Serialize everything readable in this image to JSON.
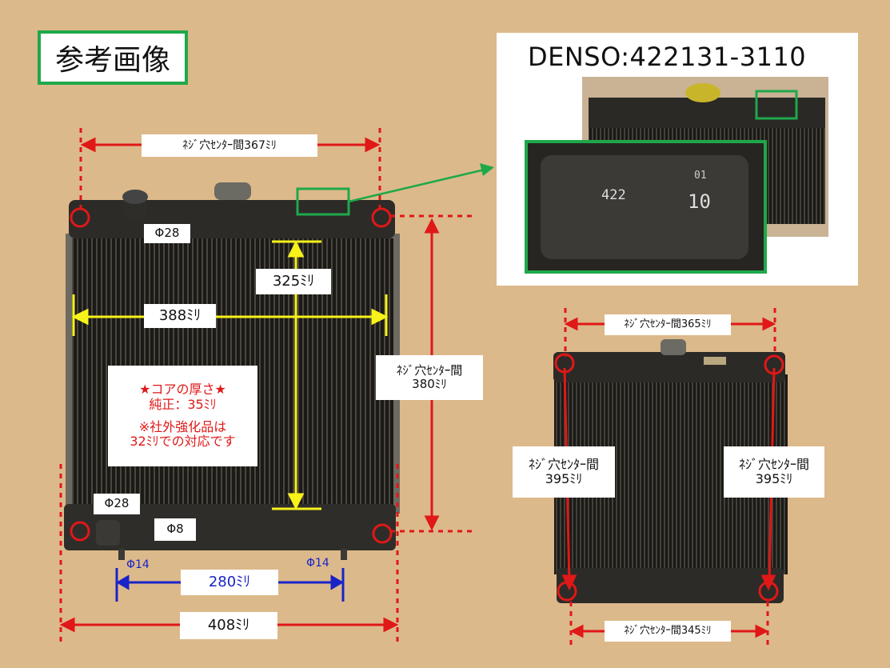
{
  "title": "参考画像",
  "part_number": "DENSO:422131-3110",
  "plate_marking": {
    "line1": "422",
    "line2": "10",
    "line3": "01"
  },
  "main_radiator": {
    "hole_center_top": "ﾈｼﾞ穴ｾﾝﾀｰ間367ﾐﾘ",
    "dia_top": "Φ28",
    "height_core": "325ﾐﾘ",
    "width_core": "388ﾐﾘ",
    "hole_center_side_line1": "ﾈｼﾞ穴ｾﾝﾀｰ間",
    "hole_center_side_line2": "380ﾐﾘ",
    "core_thickness_line1": "★コアの厚さ★",
    "core_thickness_line2": "純正：35ﾐﾘ",
    "core_thickness_line3": "※社外強化品は",
    "core_thickness_line4": "32ﾐﾘでの対応です",
    "dia_bottom": "Φ28",
    "dia_small": "Φ8",
    "pin_left": "Φ14",
    "pin_right": "Φ14",
    "pin_distance": "280ﾐﾘ",
    "overall_width": "408ﾐﾘ"
  },
  "side_radiator": {
    "hole_center_top": "ﾈｼﾞ穴ｾﾝﾀｰ間365ﾐﾘ",
    "left_line1": "ﾈｼﾞ穴ｾﾝﾀｰ間",
    "left_line2": "395ﾐﾘ",
    "right_line1": "ﾈｼﾞ穴ｾﾝﾀｰ間",
    "right_line2": "395ﾐﾘ",
    "hole_center_bottom": "ﾈｼﾞ穴ｾﾝﾀｰ間345ﾐﾘ"
  },
  "colors": {
    "background": "#dcb98a",
    "accent_green": "#1fa84a",
    "dim_red": "#e01818",
    "dim_yellow": "#f7f21a",
    "dim_blue": "#1a23c8"
  }
}
